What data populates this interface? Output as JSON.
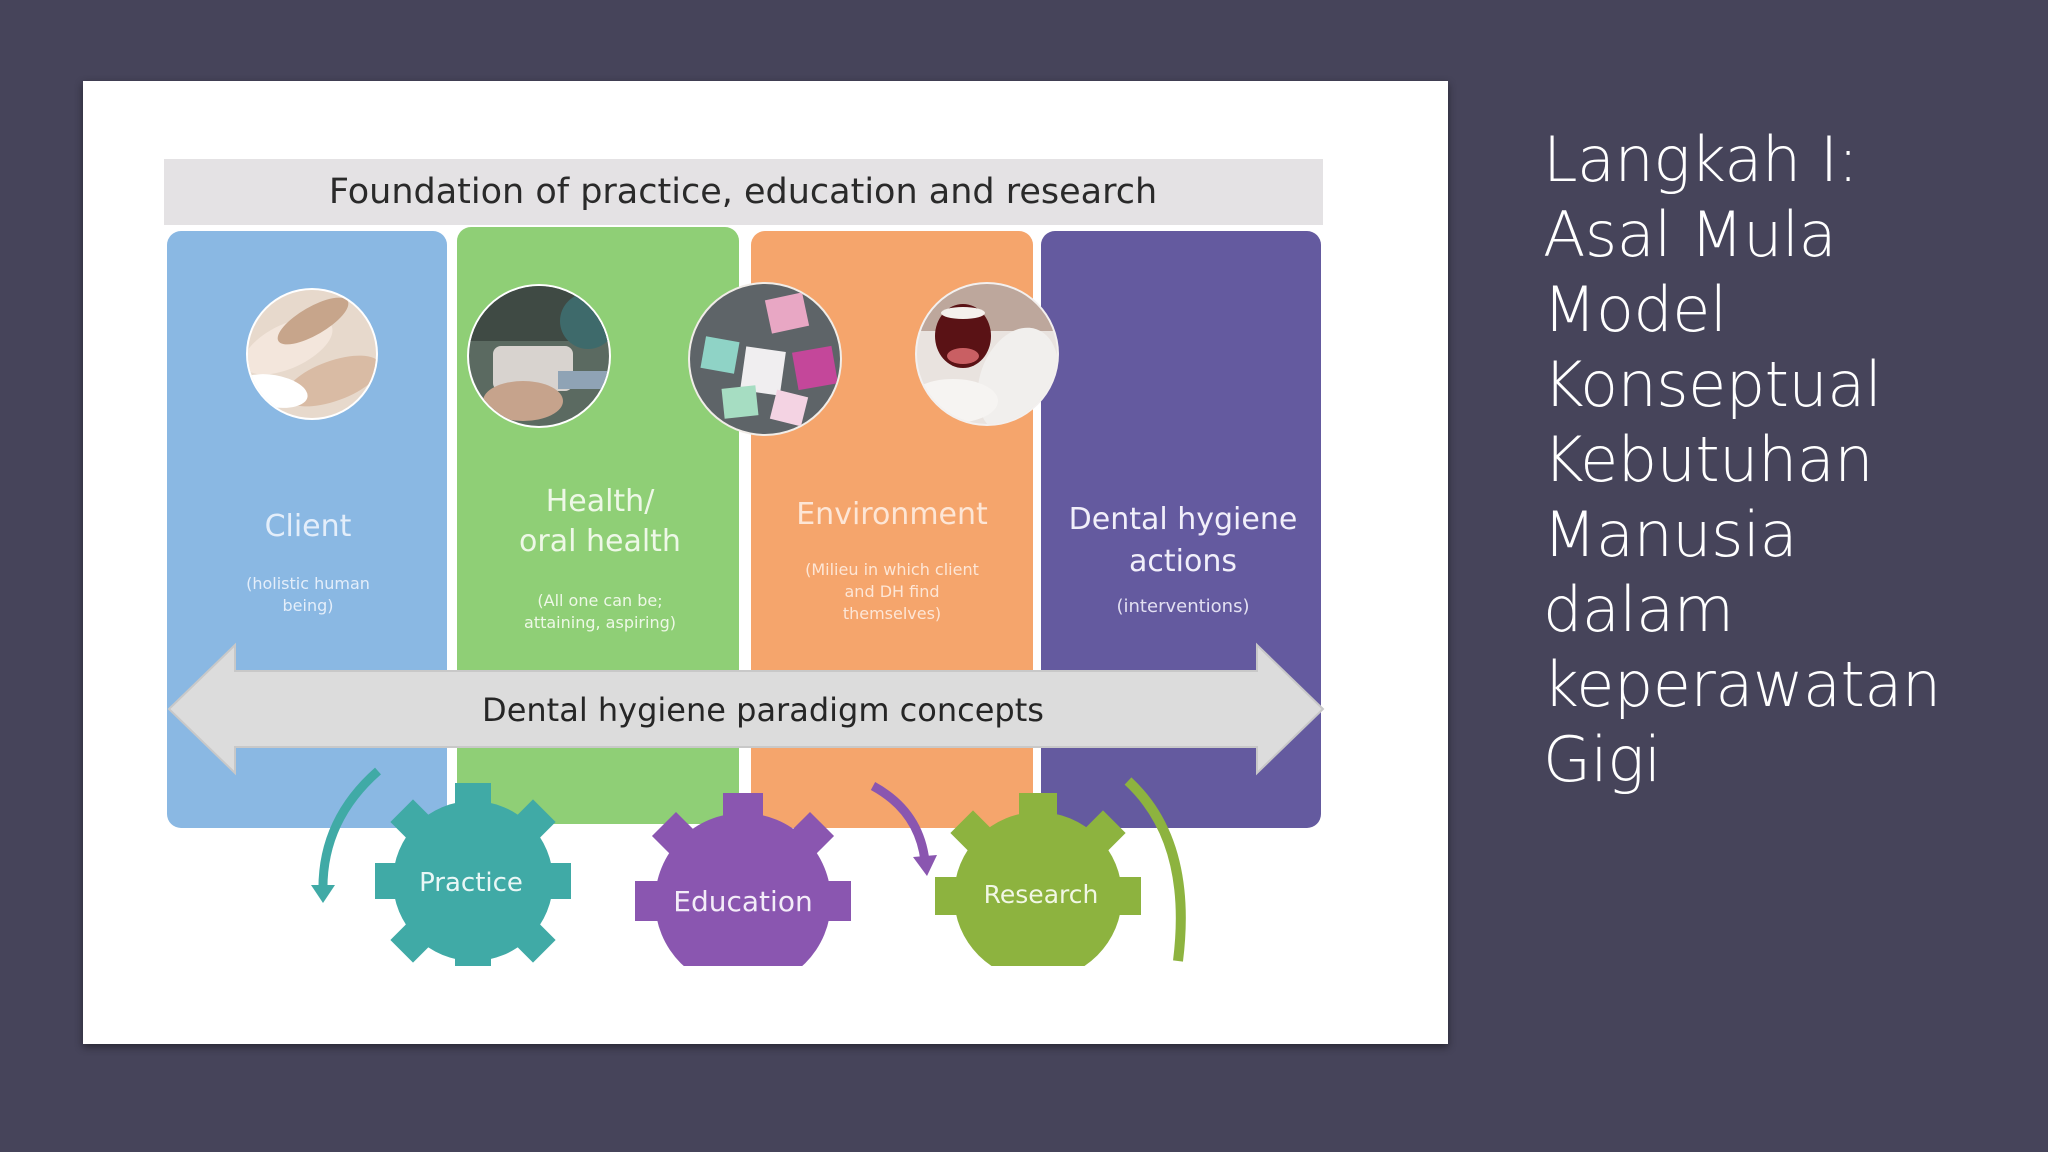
{
  "slide": {
    "title_lines": [
      "Langkah I:",
      "Asal Mula",
      "Model",
      "Konseptual",
      "Kebutuhan",
      "Manusia",
      "dalam",
      "keperawatan",
      "Gigi"
    ]
  },
  "diagram": {
    "banner": "Foundation of practice, education  and research",
    "arrow_label": "Dental  hygiene  paradigm  concepts",
    "columns": [
      {
        "title_lines": [
          "Client"
        ],
        "sub_lines": [
          "(holistic human",
          "being)"
        ],
        "color": "#8ab8e3",
        "photo_icon": "hands-photo-icon"
      },
      {
        "title_lines": [
          "Health/",
          "oral health"
        ],
        "sub_lines": [
          "(All one can be;",
          "attaining, aspiring)"
        ],
        "color": "#8fcf76",
        "photo_icon": "dental-clinic-photo-icon"
      },
      {
        "title_lines": [
          "Environment"
        ],
        "sub_lines": [
          "(Milieu in which client",
          "and DH find",
          "themselves)"
        ],
        "color": "#f5a56c",
        "photo_icon": "sticky-notes-photo-icon"
      },
      {
        "title_lines": [
          "Dental  hygiene",
          "actions"
        ],
        "sub_lines": [
          "(interventions)"
        ],
        "color": "#645a9f",
        "photo_icon": "open-mouth-photo-icon"
      }
    ],
    "gears": [
      {
        "label": "Practice",
        "color": "#40aaa6"
      },
      {
        "label": "Education",
        "color": "#8a56b0"
      },
      {
        "label": "Research",
        "color": "#8db33f"
      }
    ]
  }
}
